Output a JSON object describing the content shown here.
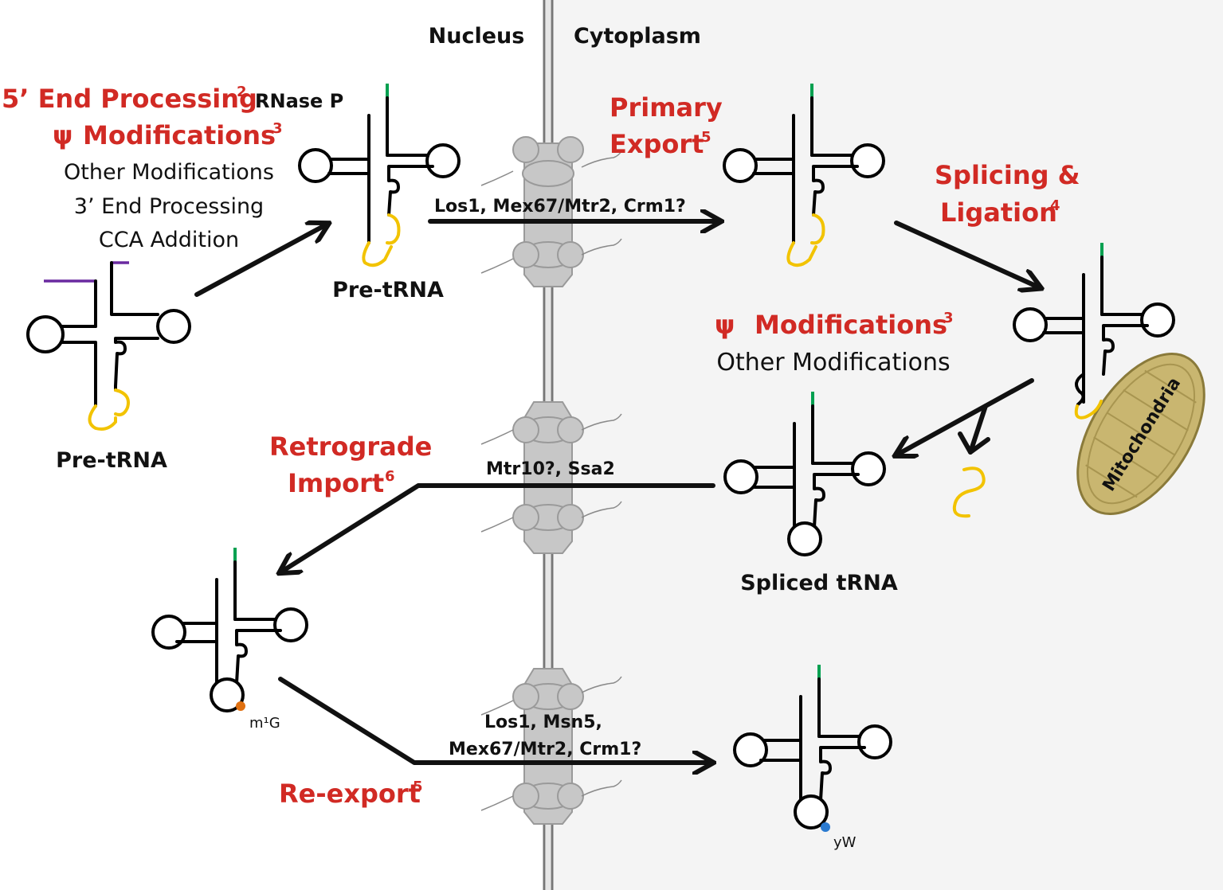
{
  "compartments": {
    "nucleus": "Nucleus",
    "cytoplasm": "Cytoplasm"
  },
  "nuclear_steps": {
    "end5_processing": "5’ End Processing",
    "end5_ref": "2",
    "rnase_p": "RNase P",
    "psi_symbol": "ψ",
    "psi_modifications": "Modifications",
    "psi_ref": "3",
    "other_modifications": "Other Modifications",
    "end3_processing": "3’ End Processing",
    "cca_addition": "CCA Addition"
  },
  "trna_labels": {
    "pre_trna_initial": "Pre-tRNA",
    "pre_trna_processed": "Pre-tRNA",
    "spliced_trna": "Spliced tRNA"
  },
  "primary_export": {
    "line1": "Primary",
    "line2": "Export",
    "ref": "5",
    "factors": "Los1, Mex67/Mtr2, Crm1?"
  },
  "splicing": {
    "line1": "Splicing &",
    "line2": "Ligation",
    "ref": "4"
  },
  "cytoplasmic_mods": {
    "psi_symbol": "ψ",
    "psi_modifications": "Modifications",
    "psi_ref": "3",
    "other_modifications": "Other Modifications"
  },
  "organelle": "Mitochondria",
  "retrograde": {
    "line1": "Retrograde",
    "line2": "Import",
    "ref": "6",
    "factors": "Mtr10?, Ssa2"
  },
  "reexport": {
    "label": "Re-export",
    "ref": "5",
    "factors_line1": "Los1, Msn5,",
    "factors_line2": "Mex67/Mtr2, Crm1?"
  },
  "modification_marks": {
    "m1g": "m¹G",
    "yw": "yW"
  },
  "colors": {
    "step_label": "#d12a24",
    "cytoplasm_bg": "#f4f4f4",
    "anticodon_intron": "#f2c300",
    "acceptor_stem_cca": "#00a050",
    "leader_trailer": "#6a2aa0",
    "m1g_dot": "#e07010",
    "yw_dot": "#2a7ad0",
    "mitochondria": "#c9b670"
  }
}
